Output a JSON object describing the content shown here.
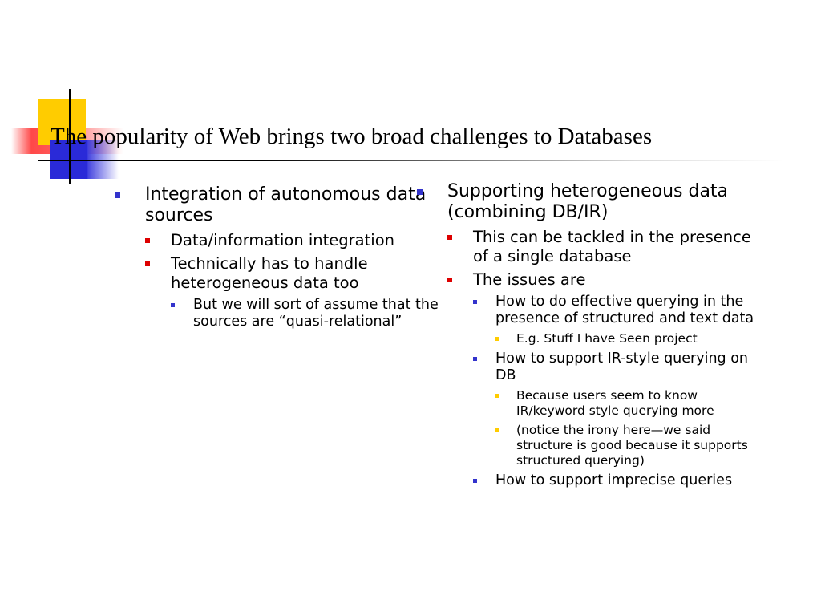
{
  "title": "The popularity of Web brings two broad challenges to Databases",
  "left": {
    "heading": "Integration of autonomous data sources",
    "points": [
      {
        "text": "Data/information integration"
      },
      {
        "text": "Technically has to handle heterogeneous data too",
        "sub": [
          "But we will sort of assume that the sources are “quasi-relational”"
        ]
      }
    ]
  },
  "right": {
    "heading": "Supporting heterogeneous data (combining DB/IR)",
    "points": [
      {
        "text": "This can be tackled in the presence of a single database"
      },
      {
        "text": "The issues are",
        "sub": [
          {
            "text": "How to do effective querying in the presence of structured and text data",
            "sub": [
              "E.g. Stuff I have Seen project"
            ]
          },
          {
            "text": "How to support IR-style querying on DB",
            "sub": [
              "Because users seem to know IR/keyword style querying more",
              "(notice the irony here—we said structure is good because it supports structured querying)"
            ]
          },
          {
            "text": "How to support imprecise queries"
          }
        ]
      }
    ]
  },
  "colors": {
    "accent_yellow": "#ffcc00",
    "accent_blue": "#2a2ad8",
    "accent_red": "#ff4848",
    "bullet_red": "#dd0000"
  }
}
